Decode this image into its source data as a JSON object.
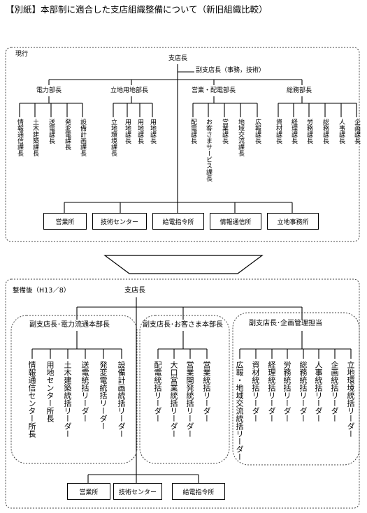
{
  "title": "【別紙】本部制に適合した支店組織整備について（新旧組織比較）",
  "current": {
    "label": "現行",
    "root": "支店長",
    "deputy": "副支店長（事務，技術）",
    "departments": [
      {
        "name": "電力部長",
        "sections": [
          "情報通信課長",
          "土木建築課長",
          "送電課長",
          "発変電課長",
          "設備計画課長"
        ]
      },
      {
        "name": "立地用地部長",
        "sections": [
          "立地環境課長",
          "用地課長",
          "用地課長",
          "用地課長"
        ]
      },
      {
        "name": "営業・配電部長",
        "sections": [
          "配電課長",
          "お客さまサービス課長",
          "営業課長",
          "地域交流課長",
          "広報課長"
        ]
      },
      {
        "name": "総務部長",
        "sections": [
          "資材課長",
          "経理課長",
          "労務課長",
          "総務課長",
          "人事課長",
          "企画課長"
        ]
      }
    ],
    "offices": [
      "営業所",
      "技術センター",
      "給電指令所",
      "情報通信所",
      "立地事務所"
    ]
  },
  "after": {
    "label": "整備後（H13／8）",
    "root": "支店長",
    "groups": [
      {
        "name": "副支店長･電力流通本部長",
        "members": [
          "情報通信センター所長",
          "用地センター所長",
          "土木建築統括リーダー",
          "送電統括リーダー",
          "発変電統括リーダー",
          "設備計画統括リーダー"
        ]
      },
      {
        "name": "副支店長･お客さま本部長",
        "members": [
          "配電統括リーダー",
          "大口営業統括リーダー",
          "営業開発統括リーダー",
          "営業統括リーダー"
        ]
      },
      {
        "name": "副支店長･企画管理担当",
        "members": [
          "広報・地域交流統括リーダー",
          "資材統括リーダー",
          "経理統括リーダー",
          "労務統括リーダー",
          "総務統括リーダー",
          "人事統括リーダー",
          "企画統括リーダー",
          "立地環境統括リーダー"
        ]
      }
    ],
    "offices": [
      "営業所",
      "技術センター",
      "給電指令所"
    ]
  }
}
